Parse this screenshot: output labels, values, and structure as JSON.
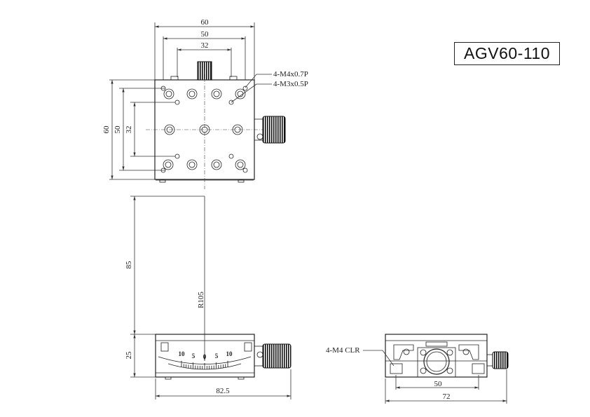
{
  "title": "AGV60-110",
  "top_view": {
    "dim_width_outer": "60",
    "dim_width_mid": "50",
    "dim_width_inner": "32",
    "dim_height_outer": "60",
    "dim_height_mid": "50",
    "dim_height_inner": "32",
    "callout_m4": "4-M4x0.7P",
    "callout_m3": "4-M3x0.5P"
  },
  "side_view": {
    "dim_height_85": "85",
    "dim_radius": "R105",
    "dim_height_25": "25",
    "dim_length": "82.5",
    "scale_labels": [
      "10",
      "5",
      "0",
      "5",
      "10"
    ]
  },
  "end_view": {
    "callout_clr": "4-M4 CLR",
    "dim_inner": "50",
    "dim_outer": "72"
  },
  "colors": {
    "line": "#222222",
    "background": "#ffffff"
  }
}
